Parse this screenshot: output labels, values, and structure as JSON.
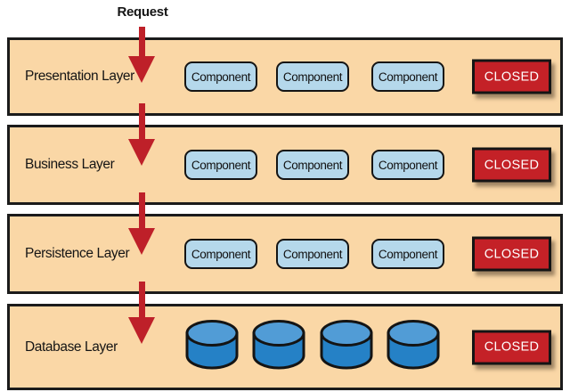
{
  "request": {
    "label": "Request"
  },
  "layers": [
    {
      "name": "Presentation Layer",
      "components": [
        "Component",
        "Component",
        "Component"
      ],
      "closed_label": "CLOSED"
    },
    {
      "name": "Business Layer",
      "components": [
        "Component",
        "Component",
        "Component"
      ],
      "closed_label": "CLOSED"
    },
    {
      "name": "Persistence Layer",
      "components": [
        "Component",
        "Component",
        "Component"
      ],
      "closed_label": "CLOSED"
    },
    {
      "name": "Database Layer",
      "databases": [
        "database-icon",
        "database-icon",
        "database-icon",
        "database-icon"
      ],
      "closed_label": "CLOSED"
    }
  ],
  "colors": {
    "layer_fill": "#fad7a6",
    "component_fill": "#b5d8eb",
    "closed_fill": "#c42127",
    "arrow_red": "#be2029",
    "cylinder_top": "#519cd6",
    "cylinder_body": "#2581c6",
    "outline": "#141414"
  }
}
